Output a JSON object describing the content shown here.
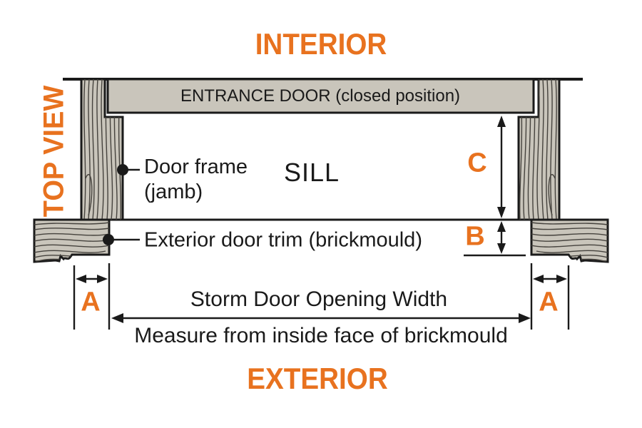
{
  "title": "Storm Door Opening Width measurement diagram (top view)",
  "labels": {
    "interior": "INTERIOR",
    "exterior": "EXTERIOR",
    "top_view": "TOP VIEW",
    "entrance_door": "ENTRANCE DOOR (closed position)",
    "door_frame_line1": "Door frame",
    "door_frame_line2": "(jamb)",
    "sill": "SILL",
    "exterior_trim": "Exterior door trim (brickmould)",
    "storm_width": "Storm Door Opening Width",
    "measure_note": "Measure from inside face of brickmould",
    "dim_a": "A",
    "dim_b": "B",
    "dim_c": "C"
  },
  "colors": {
    "accent_orange": "#E8721F",
    "wood_fill": "#C9C5BB",
    "outline": "#1A1A1A"
  }
}
